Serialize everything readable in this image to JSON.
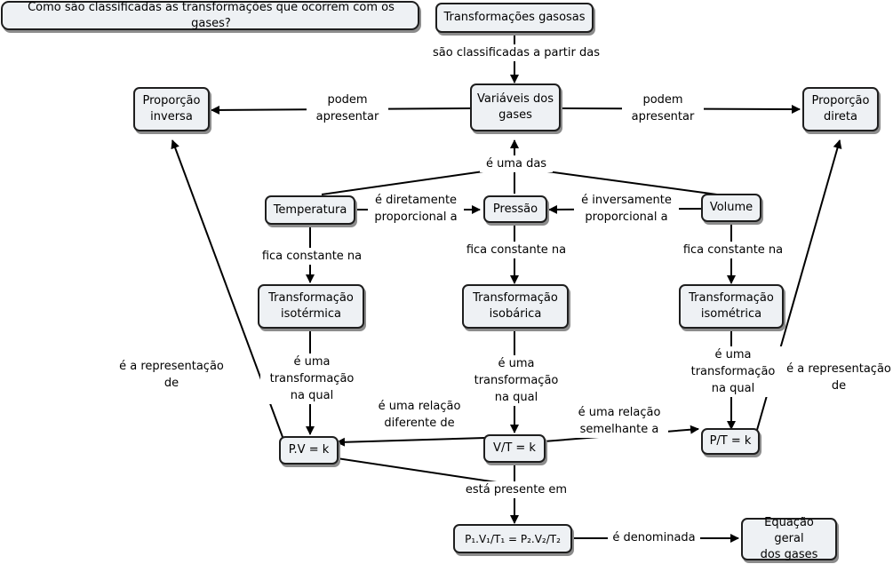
{
  "question": "Como são classificadas as transformações que ocorrem com os gases?",
  "nodes": {
    "root": "Transformações gasosas",
    "variaveis": "Variáveis dos\ngases",
    "prop_inversa": "Proporção\ninversa",
    "prop_direta": "Proporção\ndireta",
    "temperatura": "Temperatura",
    "pressao": "Pressão",
    "volume": "Volume",
    "isotermica": "Transformação\nisotérmica",
    "isobarica": "Transformação\nisobárica",
    "isometrica": "Transformação\nisométrica",
    "pv": "P.V = k",
    "vt": "V/T = k",
    "pt": "P/T = k",
    "geral": "P₁.V₁/T₁ = P₂.V₂/T₂",
    "equacao": "Equação geral\ndos gases"
  },
  "links": {
    "classificadas": "são classificadas a partir das",
    "podem_left": "podem\napresentar",
    "podem_right": "podem\napresentar",
    "uma_das": "é uma das",
    "diretamente": "é diretamente\nproporcional a",
    "inversamente": "é inversamente\nproporcional a",
    "constante_temp": "fica constante na",
    "constante_pressao": "fica constante na",
    "constante_volume": "fica constante na",
    "qual_isotermica": "é uma\ntransformação\nna qual",
    "qual_isobarica": "é uma\ntransformação\nna qual",
    "qual_isometrica": "é uma\ntransformação\nna qual",
    "representacao_left": "é a representação\nde",
    "representacao_right": "é a representação\nde",
    "relacao_diferente": "é uma relação\ndiferente de",
    "relacao_semelhante": "é uma relação\nsemelhante a",
    "presente": "está presente em",
    "denominada": "é denominada"
  }
}
